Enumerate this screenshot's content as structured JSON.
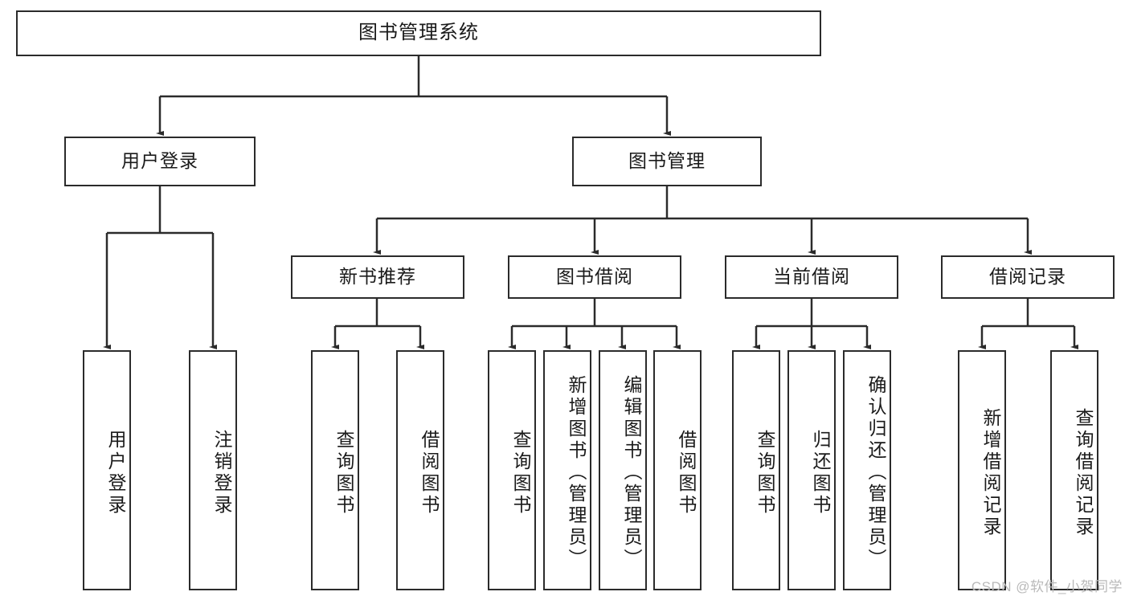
{
  "diagram": {
    "title": "图书管理系统",
    "type": "tree",
    "watermark": "CSDN @软件_小贺同学",
    "colors": {
      "border": "#2b2b2b",
      "text": "#1a1a1a",
      "background": "#ffffff",
      "watermark": "#b9b9b9"
    },
    "nodes": {
      "root": {
        "label": "图书管理系统",
        "level": 1
      },
      "l2": [
        {
          "id": "user-login",
          "label": "用户登录"
        },
        {
          "id": "book-manage",
          "label": "图书管理"
        }
      ],
      "l3": [
        {
          "id": "new-book-rec",
          "label": "新书推荐"
        },
        {
          "id": "book-borrow",
          "label": "图书借阅"
        },
        {
          "id": "current-borrow",
          "label": "当前借阅"
        },
        {
          "id": "borrow-record",
          "label": "借阅记录"
        }
      ],
      "leaves": {
        "user_login": [
          {
            "id": "leaf-user-login",
            "label": "用户登录"
          },
          {
            "id": "leaf-logout",
            "label": "注销登录"
          }
        ],
        "new_book_rec": [
          {
            "id": "leaf-query-book-1",
            "label": "查询图书"
          },
          {
            "id": "leaf-borrow-book-1",
            "label": "借阅图书"
          }
        ],
        "book_borrow": [
          {
            "id": "leaf-query-book-2",
            "label": "查询图书"
          },
          {
            "id": "leaf-add-book",
            "label": "新增图书（管理员）"
          },
          {
            "id": "leaf-edit-book",
            "label": "编辑图书（管理员）"
          },
          {
            "id": "leaf-borrow-book-2",
            "label": "借阅图书"
          }
        ],
        "current_borrow": [
          {
            "id": "leaf-query-book-3",
            "label": "查询图书"
          },
          {
            "id": "leaf-return-book",
            "label": "归还图书"
          },
          {
            "id": "leaf-confirm-return",
            "label": "确认归还（管理员）"
          }
        ],
        "borrow_record": [
          {
            "id": "leaf-add-record",
            "label": "新增借阅记录"
          },
          {
            "id": "leaf-query-record",
            "label": "查询借阅记录"
          }
        ]
      }
    }
  }
}
